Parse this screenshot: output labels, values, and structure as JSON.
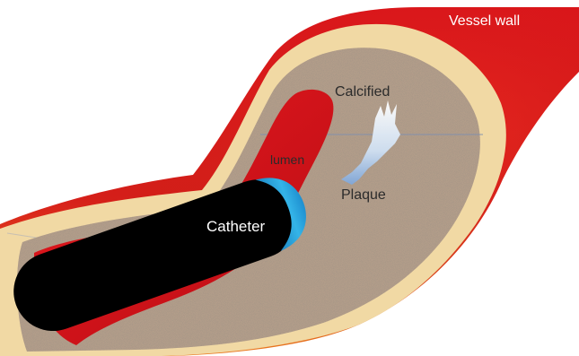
{
  "labels": {
    "vessel_wall": "Vessel wall",
    "calcified": "Calcified",
    "lumen": "lumen",
    "plaque": "Plaque",
    "catheter": "Catheter"
  },
  "colors": {
    "vessel_red": "#e0161c",
    "vessel_orange": "#e86a1a",
    "adventitia": "#f1d9a4",
    "plaque": "#b49e8a",
    "lumen": "#d9141c",
    "catheter": "#000000",
    "catheter_tip": "#29a6dd",
    "calcification": "#dbe8f5",
    "label_dark": "#2b2b2b",
    "label_light": "#ffffff"
  }
}
